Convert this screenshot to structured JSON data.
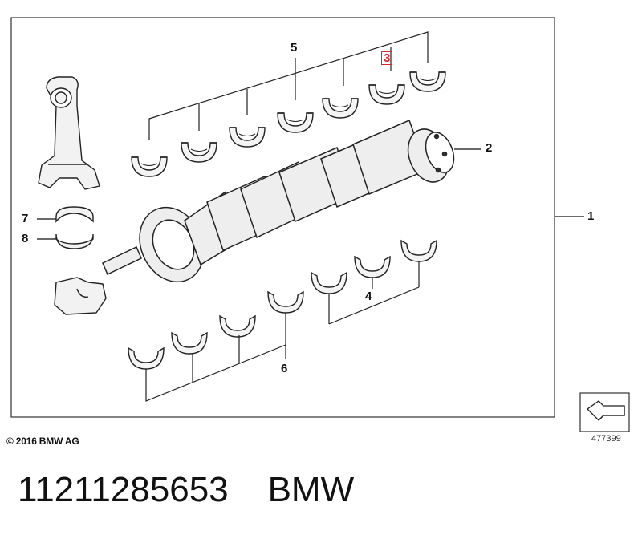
{
  "callouts": {
    "c1": "1",
    "c2": "2",
    "c3": "3",
    "c4": "4",
    "c5": "5",
    "c6": "6",
    "c7": "7",
    "c8": "8"
  },
  "highlight_color": "#d9262f",
  "copyright": "© 2016 BMW AG",
  "diagram_id": "477399",
  "part_number": "11211285653",
  "brand": "BMW",
  "icons": [
    "next-arrow-icon"
  ]
}
